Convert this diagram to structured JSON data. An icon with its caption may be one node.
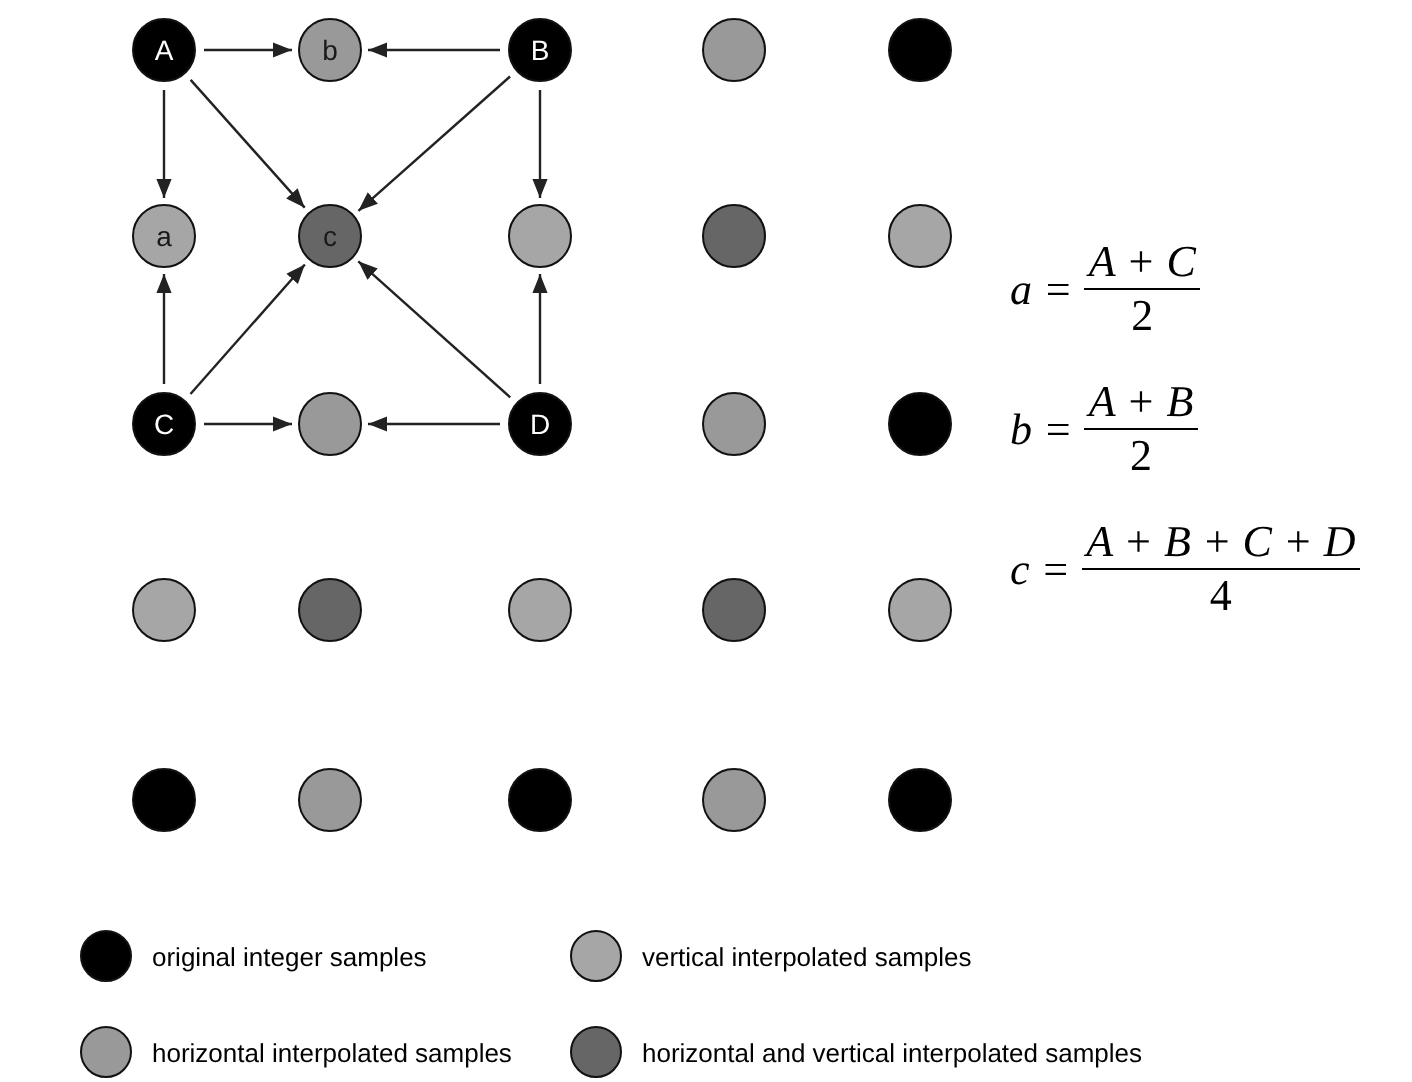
{
  "diagram": {
    "nodes": [
      {
        "text": [
          "A"
        ]
      },
      {
        "text": [
          "b"
        ]
      },
      {
        "text": [
          "B"
        ]
      },
      {
        "text": [],
        "shape": "circle"
      },
      {
        "text": [],
        "shape": "circle"
      },
      {
        "text": [
          "a"
        ]
      },
      {
        "text": [
          "c"
        ]
      },
      {
        "text": [],
        "shape": "circle"
      },
      {
        "text": [],
        "shape": "circle"
      },
      {
        "text": [],
        "shape": "circle"
      },
      {
        "text": [
          "C"
        ]
      },
      {
        "text": [],
        "shape": "circle"
      },
      {
        "text": [
          "D"
        ]
      },
      {
        "text": [],
        "shape": "circle"
      },
      {
        "text": [],
        "shape": "circle"
      },
      {
        "text": [],
        "shape": "circle"
      },
      {
        "text": [],
        "shape": "circle"
      },
      {
        "text": [],
        "shape": "circle"
      },
      {
        "text": [],
        "shape": "circle"
      },
      {
        "text": [],
        "shape": "circle"
      },
      {
        "text": [],
        "shape": "circle"
      },
      {
        "text": [],
        "shape": "circle"
      },
      {
        "text": [],
        "shape": "circle"
      },
      {
        "text": [],
        "shape": "circle"
      },
      {
        "text": [],
        "shape": "circle"
      }
    ],
    "edges": [
      {
        "from": 0,
        "to": 1,
        "arrow": "to"
      },
      {
        "from": 2,
        "to": 1,
        "arrow": "to"
      },
      {
        "from": 0,
        "to": 5,
        "arrow": "to"
      },
      {
        "from": 0,
        "to": 6,
        "arrow": "to"
      },
      {
        "from": 2,
        "to": 6,
        "arrow": "to"
      },
      {
        "from": 2,
        "to": 7,
        "arrow": "to"
      },
      {
        "from": 10,
        "to": 5,
        "arrow": "to"
      },
      {
        "from": 10,
        "to": 6,
        "arrow": "to"
      },
      {
        "from": 12,
        "to": 6,
        "arrow": "to"
      },
      {
        "from": 12,
        "to": 7,
        "arrow": "to"
      },
      {
        "from": 10,
        "to": 11,
        "arrow": "to"
      },
      {
        "from": 12,
        "to": 11,
        "arrow": "to"
      }
    ],
    "labels": [
      "a =",
      "A + C",
      "2",
      "b =",
      "A + B",
      "2",
      "c =",
      "A + B + C + D",
      "4"
    ],
    "legend": [
      {
        "text": "original integer samples",
        "color": "#000000"
      },
      {
        "text": "vertical interpolated samples",
        "color": "#a6a6a6"
      },
      {
        "text": "horizontal interpolated samples",
        "color": "#999999"
      },
      {
        "text": "horizontal and vertical interpolated samples",
        "color": "#666666"
      }
    ]
  }
}
